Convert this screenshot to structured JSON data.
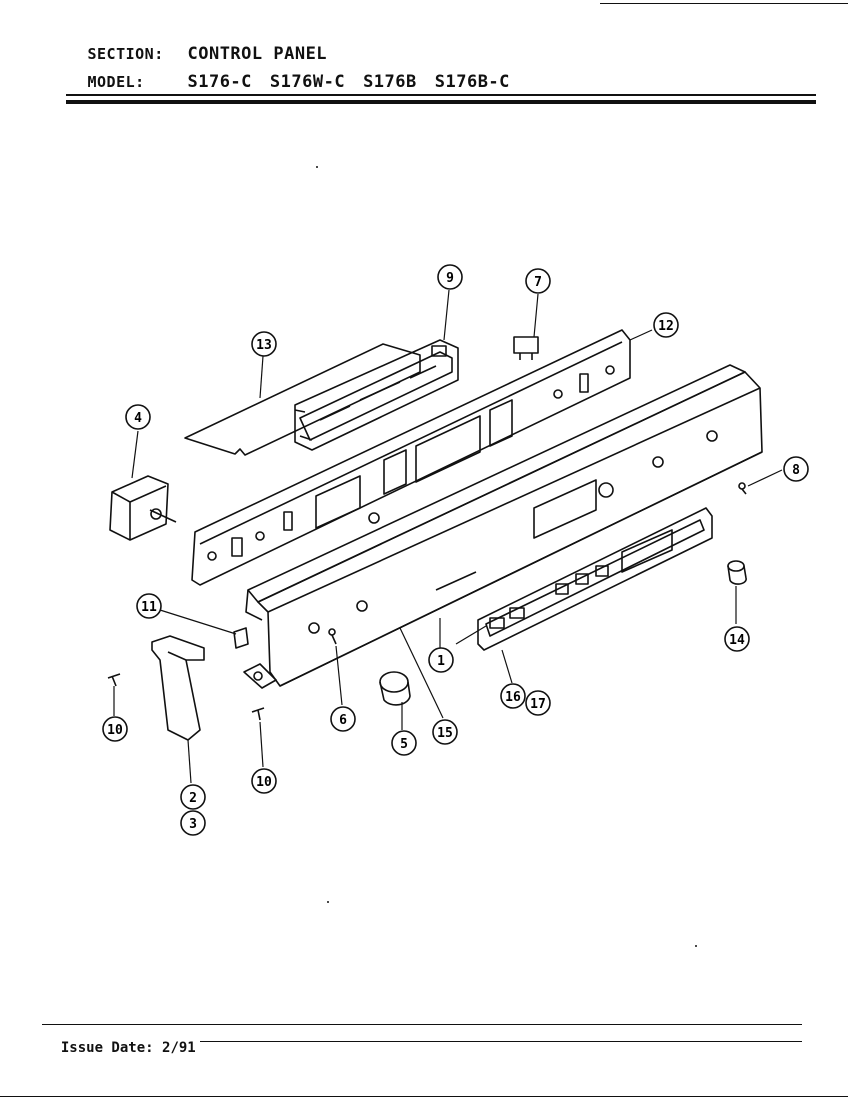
{
  "header": {
    "section_label": "SECTION:",
    "section_value": "CONTROL PANEL",
    "model_label": "MODEL:",
    "models": [
      "S176-C",
      "S176W-C",
      "S176B",
      "S176B-C"
    ]
  },
  "diagram": {
    "callouts": [
      {
        "id": "c1",
        "label": "1"
      },
      {
        "id": "c2",
        "label": "2"
      },
      {
        "id": "c3",
        "label": "3"
      },
      {
        "id": "c4",
        "label": "4"
      },
      {
        "id": "c5",
        "label": "5"
      },
      {
        "id": "c6",
        "label": "6"
      },
      {
        "id": "c7",
        "label": "7"
      },
      {
        "id": "c8",
        "label": "8"
      },
      {
        "id": "c9",
        "label": "9"
      },
      {
        "id": "c10a",
        "label": "10"
      },
      {
        "id": "c10b",
        "label": "10"
      },
      {
        "id": "c11",
        "label": "11"
      },
      {
        "id": "c12",
        "label": "12"
      },
      {
        "id": "c13",
        "label": "13"
      },
      {
        "id": "c14",
        "label": "14"
      },
      {
        "id": "c15",
        "label": "15"
      },
      {
        "id": "c16",
        "label": "16"
      },
      {
        "id": "c17",
        "label": "17"
      }
    ]
  },
  "footer": {
    "issue_date_label": "Issue Date:",
    "issue_date_value": "2/91"
  }
}
